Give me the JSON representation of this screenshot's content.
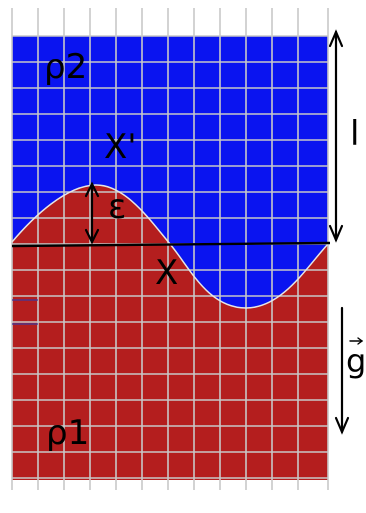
{
  "labels": {
    "rho2": "ρ2",
    "rho1": "ρ1",
    "x_prime": "X'",
    "x": "X",
    "epsilon": "ε",
    "length": "l",
    "gravity": "g"
  },
  "colors": {
    "upper_fluid": "#0a14f0",
    "lower_fluid": "#b41e1e",
    "grid": "#c8c8c8",
    "interface": "#e6e6e6",
    "annotation": "#000000"
  },
  "icons": {
    "gravity_arrow": "arrow-down-icon",
    "length_arrow": "double-arrow-icon",
    "epsilon_arrow": "double-arrow-icon",
    "vector_mark": "vector-arrow-icon"
  }
}
